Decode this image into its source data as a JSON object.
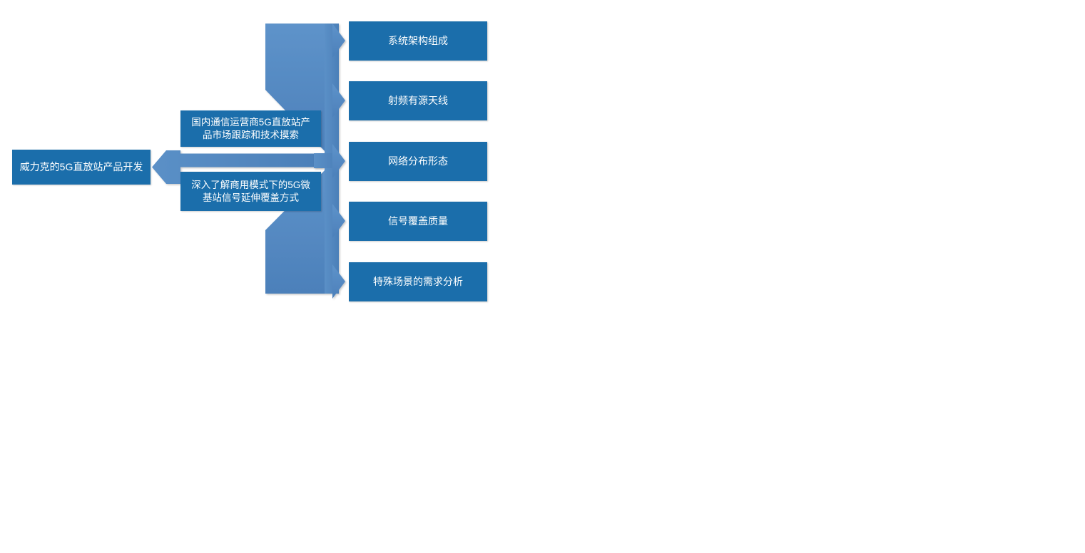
{
  "diagram": {
    "type": "horizontal-hierarchy-flow",
    "colors": {
      "node_fill": "#1B6EAB",
      "connector_fill": "#5089C2",
      "connector_fill_dark": "#4A7FB5",
      "text": "#FFFFFF",
      "background": "#FFFFFF"
    },
    "root": {
      "id": "root",
      "label": "威力克的5G直放站产品开发"
    },
    "branches": [
      {
        "id": "branch-0",
        "label": "国内通信运营商5G直放站产\n品市场跟踪和技术摸索"
      },
      {
        "id": "branch-1",
        "label": "深入了解商用模式下的5G微\n基站信号延伸覆盖方式"
      }
    ],
    "leaves": [
      {
        "id": "leaf-0",
        "label": "系统架构组成"
      },
      {
        "id": "leaf-1",
        "label": "射频有源天线"
      },
      {
        "id": "leaf-2",
        "label": "网络分布形态"
      },
      {
        "id": "leaf-3",
        "label": "信号覆盖质量"
      },
      {
        "id": "leaf-4",
        "label": "特殊场景的需求分析"
      }
    ],
    "connectors": {
      "root_to_branches": "left-chevron-arrow",
      "branches_to_leaves": "fan-out-spine-with-chevrons"
    }
  }
}
